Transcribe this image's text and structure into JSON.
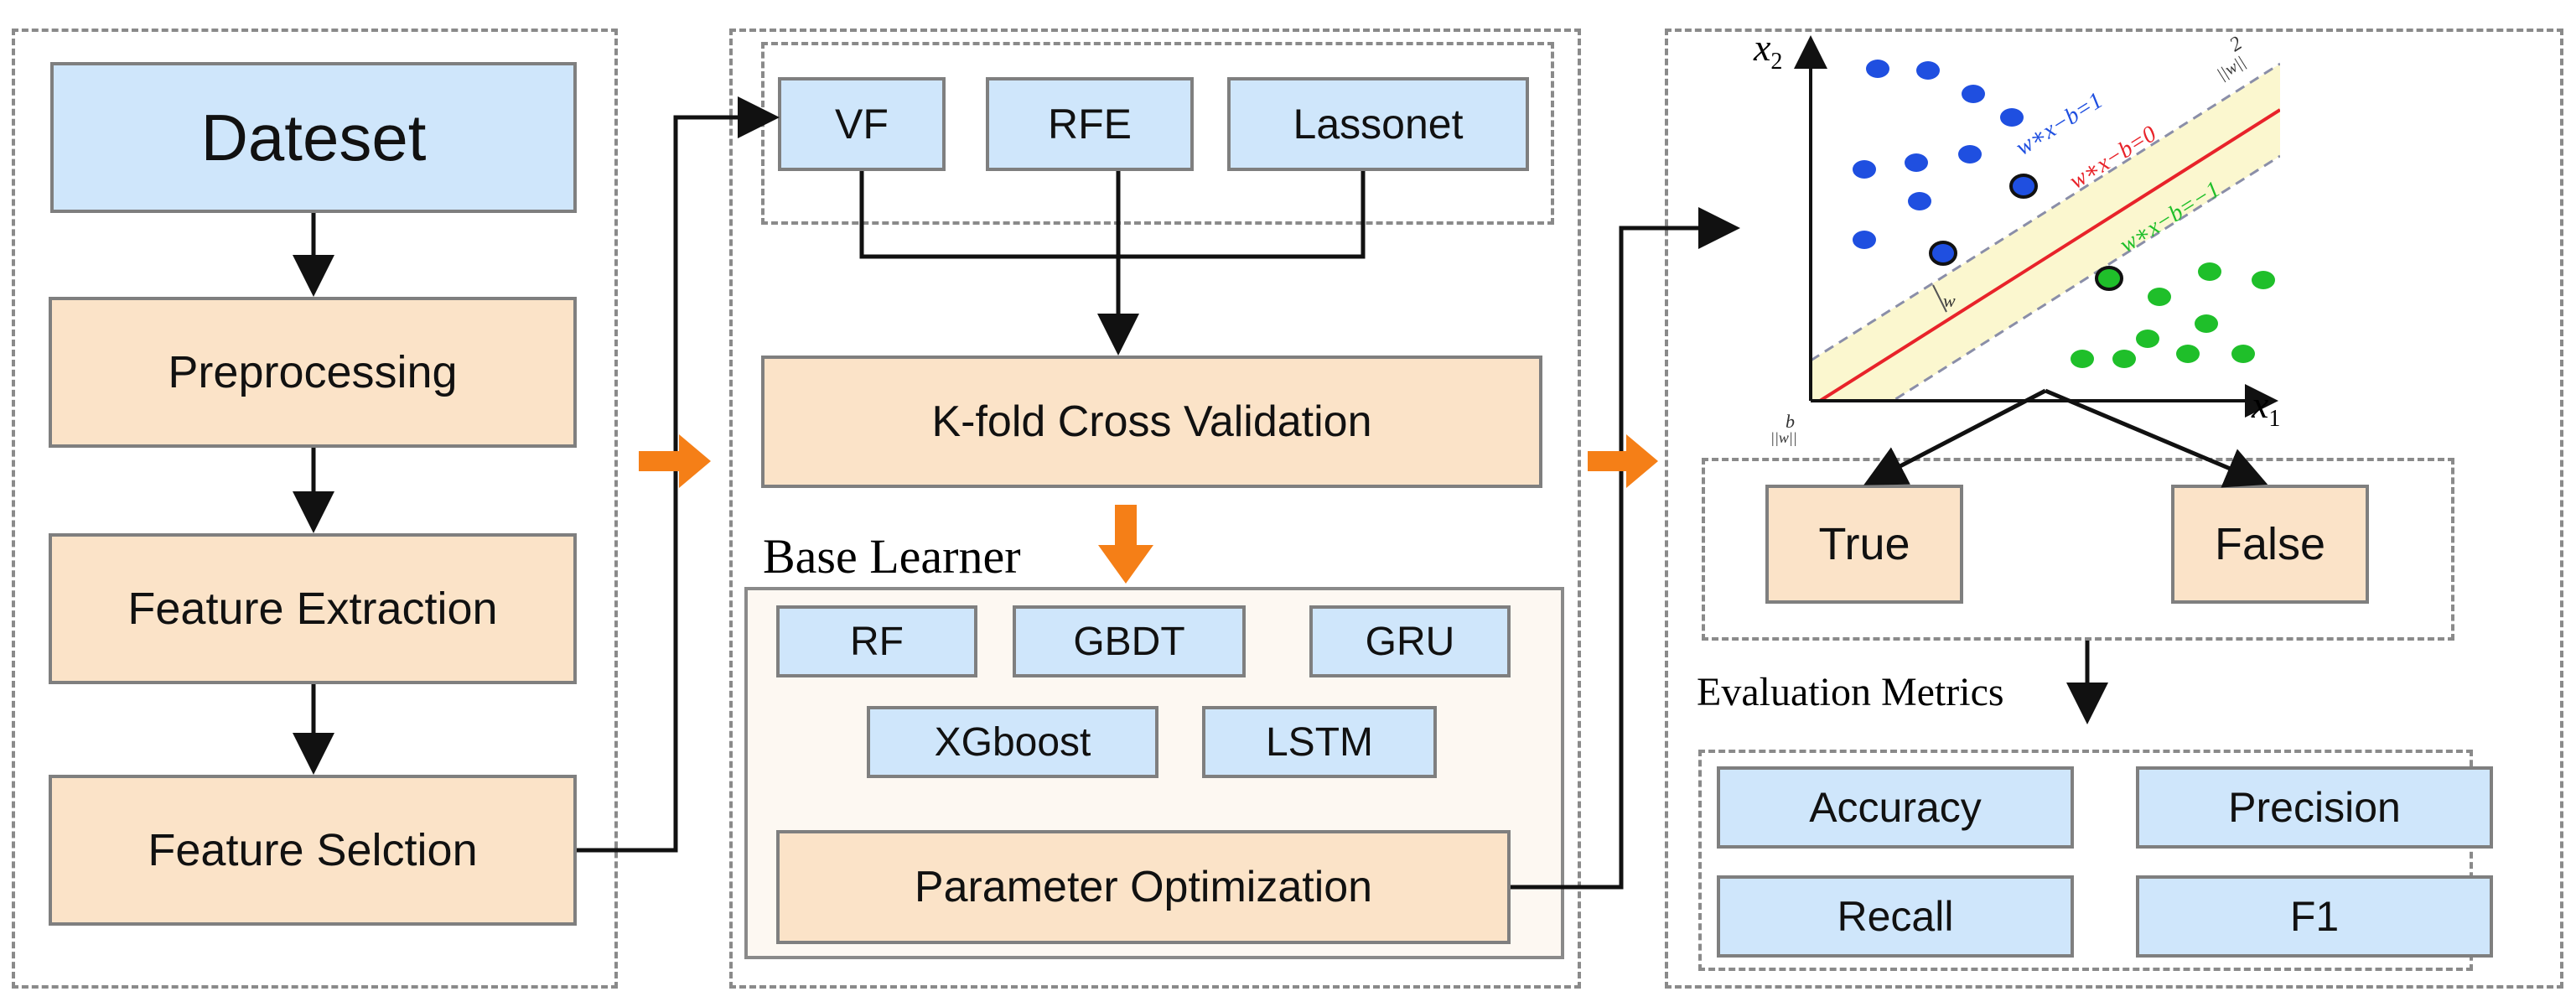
{
  "left": {
    "dataset": "Dateset",
    "preprocessing": "Preprocessing",
    "feature_extraction": "Feature Extraction",
    "feature_selection": "Feature Selction"
  },
  "middle": {
    "methods": [
      "VF",
      "RFE",
      "Lassonet"
    ],
    "kfold": "K-fold Cross Validation",
    "base_learner_title": "Base Learner",
    "learners": [
      "RF",
      "GBDT",
      "GRU",
      "XGboost",
      "LSTM"
    ],
    "param_opt": "Parameter Optimization"
  },
  "right": {
    "svm": {
      "x1": "x",
      "x1_sub": "1",
      "x2": "x",
      "x2_sub": "2",
      "upper_margin": "w∗x−b=1",
      "hyperplane": "w∗x−b=0",
      "lower_margin": "w∗x−b=−1",
      "w_label": "w",
      "b_label": "b",
      "b_denominator": "||w||",
      "margin_numerator": "2",
      "margin_denominator": "||w||"
    },
    "true_label": "True",
    "false_label": "False",
    "metrics_title": "Evaluation Metrics",
    "metrics": [
      "Accuracy",
      "Precision",
      "Recall",
      "F1"
    ]
  },
  "colors": {
    "peach": "#fbe3c8",
    "blue": "#cfe6fb",
    "orange_arrow": "#f57f17",
    "blue_class": "#1f4fe0",
    "green_class": "#1fbf2a",
    "hyperplane": "#e8232a",
    "margin_band": "#fbf7cf"
  }
}
